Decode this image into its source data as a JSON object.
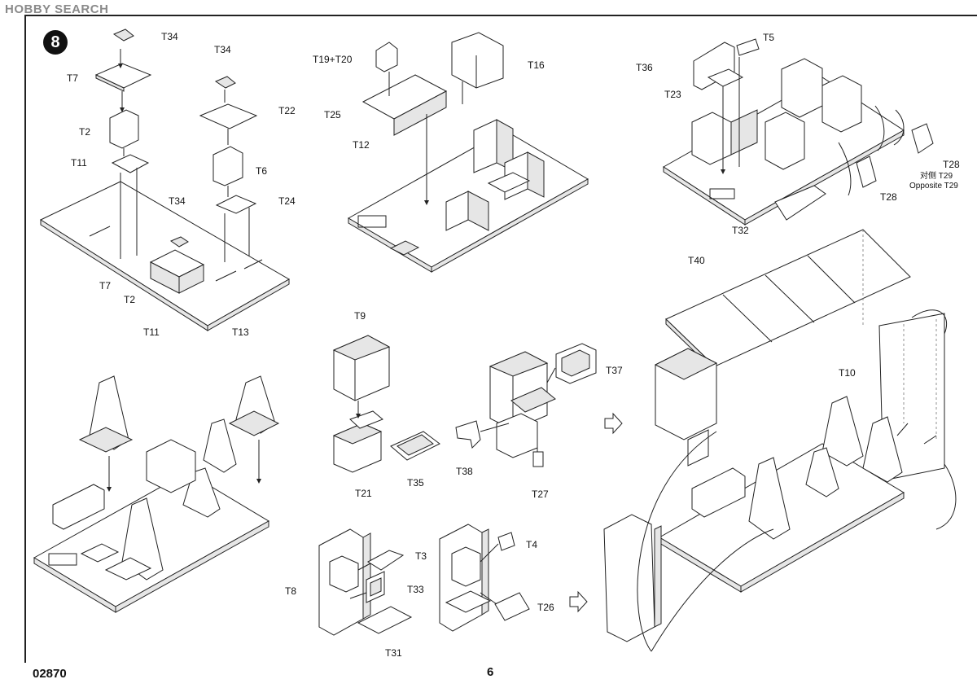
{
  "watermark": "HOBBY SEARCH",
  "step_number": "8",
  "page_number": "6",
  "kit_code": "02870",
  "labels": {
    "t34_a": "T34",
    "t7_a": "T7",
    "t2_a": "T2",
    "t11_a": "T11",
    "t34_b": "T34",
    "t22": "T22",
    "t6": "T6",
    "t24": "T24",
    "t34_c": "T34",
    "t7_b": "T7",
    "t2_b": "T2",
    "t11_b": "T11",
    "t13": "T13",
    "t19_t20": "T19+T20",
    "t16": "T16",
    "t25": "T25",
    "t12": "T12",
    "t5": "T5",
    "t36": "T36",
    "t23": "T23",
    "t28_a": "T28",
    "t28_b": "T28",
    "t32": "T32",
    "t29_cn": "对侧 T29",
    "t29_en": "Opposite T29",
    "t40": "T40",
    "t10": "T10",
    "t9": "T9",
    "t21": "T21",
    "t35": "T35",
    "t37": "T37",
    "t38": "T38",
    "t27": "T27",
    "t3": "T3",
    "t8": "T8",
    "t33": "T33",
    "t31": "T31",
    "t4": "T4",
    "t26": "T26"
  }
}
